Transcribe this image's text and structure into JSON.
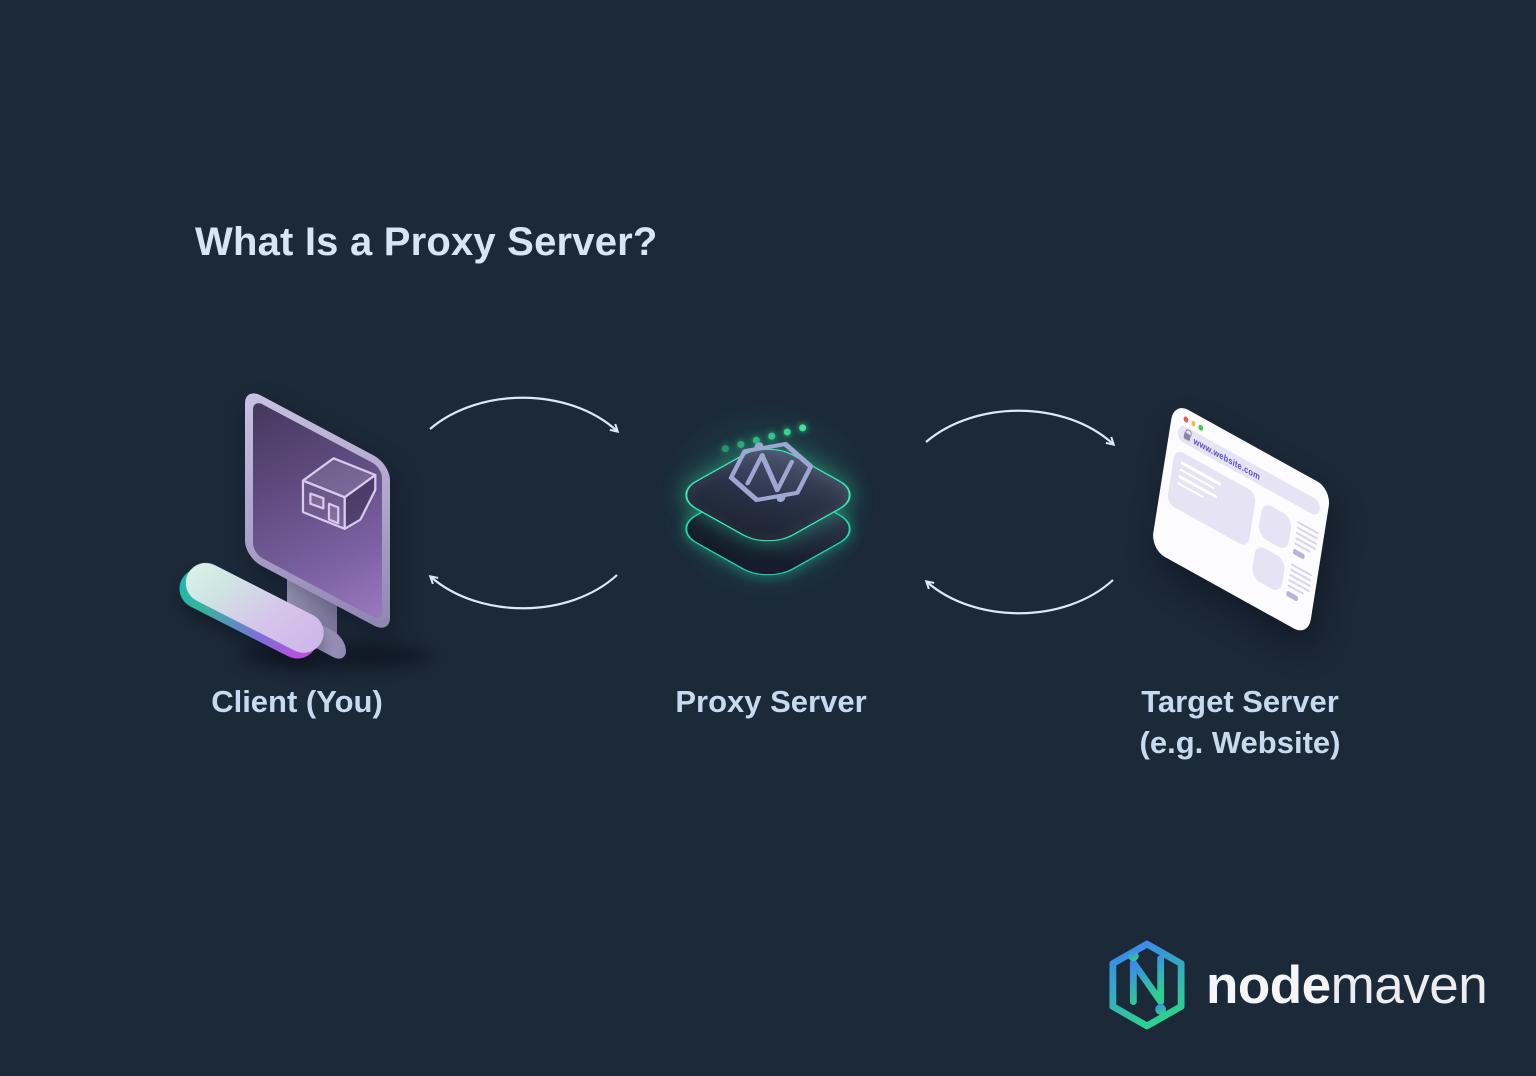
{
  "title": "What Is a Proxy Server?",
  "nodes": {
    "client": {
      "label": "Client (You)"
    },
    "proxy": {
      "label": "Proxy Server",
      "led_count": 6
    },
    "target": {
      "label_line1": "Target Server",
      "label_line2": "(e.g. Website)"
    }
  },
  "flows": [
    {
      "from": "client",
      "to": "proxy",
      "direction": "request"
    },
    {
      "from": "proxy",
      "to": "client",
      "direction": "response"
    },
    {
      "from": "proxy",
      "to": "target",
      "direction": "request"
    },
    {
      "from": "target",
      "to": "proxy",
      "direction": "response"
    }
  ],
  "browser": {
    "url": "www.website.com"
  },
  "logo": {
    "bold": "node",
    "light": "maven"
  },
  "icons": {
    "house": "isometric-house-outline",
    "lock": "padlock",
    "traffic_lights": [
      "#f15b50",
      "#f6bc3e",
      "#3ec954"
    ],
    "proxy_glyph": "hexagon-circuit-n"
  },
  "colors": {
    "background": "#1c2938",
    "heading": "#d8e5f4",
    "label": "#c8daf0",
    "arrow": "#dde9f6",
    "proxy_glow": "#3ae8b4",
    "led": "#3ae69b",
    "url_text": "#5b50c6",
    "logo_blue": "#3e80f6",
    "logo_green": "#2ecf92"
  }
}
